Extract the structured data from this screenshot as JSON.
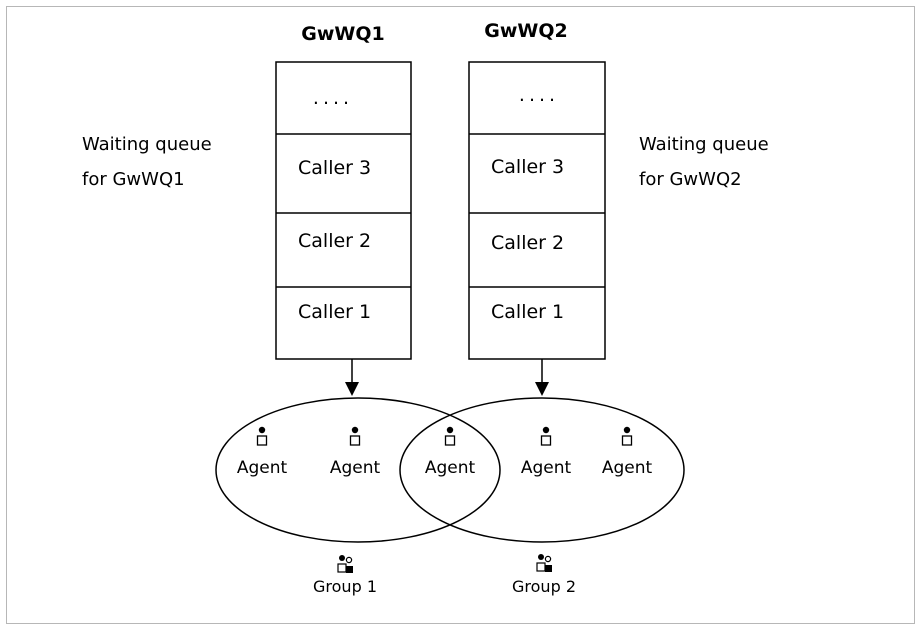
{
  "queues": [
    {
      "title": "GwWQ1",
      "description_lines": [
        "Waiting queue",
        "for GwWQ1"
      ],
      "cells": [
        "....",
        "Caller 3",
        "Caller 2",
        "Caller 1"
      ]
    },
    {
      "title": "GwWQ2",
      "description_lines": [
        "Waiting queue",
        "for GwWQ2"
      ],
      "cells": [
        "....",
        "Caller 3",
        "Caller 2",
        "Caller 1"
      ]
    }
  ],
  "agent_label": "Agent",
  "groups": [
    {
      "label": "Group 1"
    },
    {
      "label": "Group 2"
    }
  ],
  "icons": {
    "agent": "person-icon",
    "group": "group-icon"
  },
  "colors": {
    "stroke": "#000000",
    "frame": "#b7b7b7"
  }
}
